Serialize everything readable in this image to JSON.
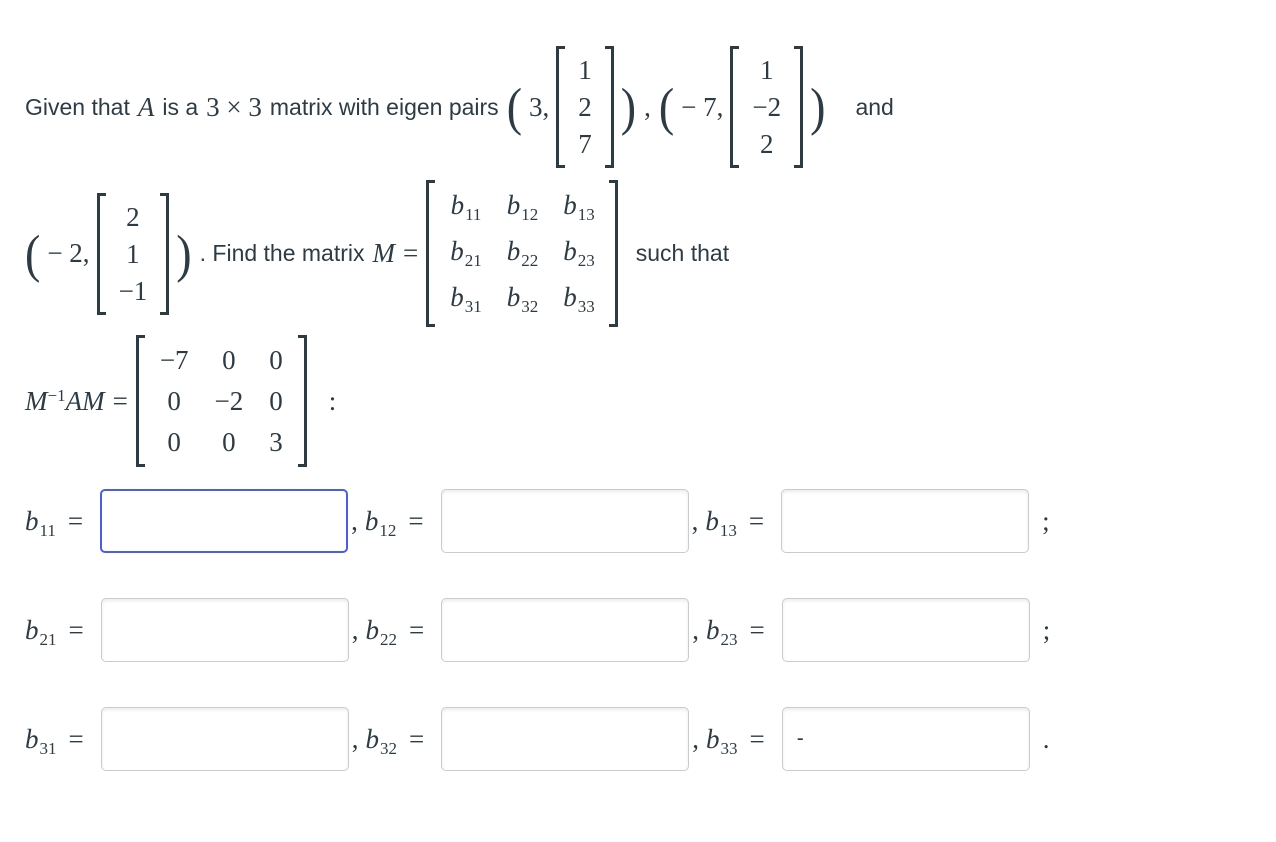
{
  "colors": {
    "text": "#2d3b45",
    "focus_blue": "#4b5de4",
    "input_border": "#c8ccd0",
    "page_bg": "#ffffff"
  },
  "statement": {
    "given": "Given that",
    "A": "A",
    "is_a": "is a",
    "size": "3 × 3",
    "with_pairs": "matrix with eigen pairs",
    "open_paren": "(",
    "close_paren": ")",
    "pair_sep": ",",
    "pair1": {
      "value": "3,",
      "vector": [
        "1",
        "2",
        "7"
      ]
    },
    "pair2": {
      "value": "− 7,",
      "vector": [
        "1",
        "−2",
        "2"
      ]
    },
    "pair3": {
      "value": "− 2,",
      "vector": [
        "2",
        "1",
        "−1"
      ]
    },
    "and": "and",
    "find": ". Find the matrix",
    "M": "M",
    "equals": "=",
    "b_letter": "b",
    "b_subs": [
      [
        "11",
        "12",
        "13"
      ],
      [
        "21",
        "22",
        "23"
      ],
      [
        "31",
        "32",
        "33"
      ]
    ],
    "such_that": "such that"
  },
  "equation": {
    "M": "M",
    "inv": "−1",
    "AM": "AM",
    "equals": "=",
    "matrix": [
      [
        "−7",
        "0",
        "0"
      ],
      [
        "0",
        "−2",
        "0"
      ],
      [
        "0",
        "0",
        "3"
      ]
    ],
    "colon": ":"
  },
  "answers": {
    "letter": "b",
    "equals": "=",
    "comma": ",",
    "rows": [
      {
        "cells": [
          {
            "sub": "11",
            "value": ""
          },
          {
            "sub": "12",
            "value": ""
          },
          {
            "sub": "13",
            "value": ""
          }
        ],
        "terminator": ";"
      },
      {
        "cells": [
          {
            "sub": "21",
            "value": ""
          },
          {
            "sub": "22",
            "value": ""
          },
          {
            "sub": "23",
            "value": ""
          }
        ],
        "terminator": ";"
      },
      {
        "cells": [
          {
            "sub": "31",
            "value": ""
          },
          {
            "sub": "32",
            "value": ""
          },
          {
            "sub": "33",
            "value": "-"
          }
        ],
        "terminator": "."
      }
    ]
  }
}
